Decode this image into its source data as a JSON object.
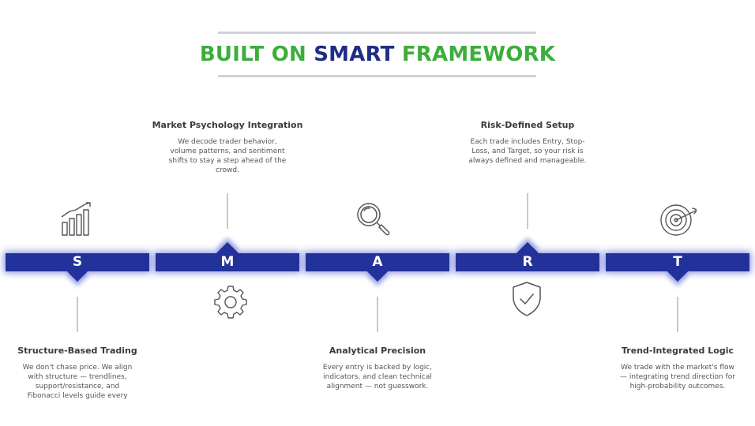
{
  "header": {
    "title_part1": "BUILT ON",
    "title_part2": "SMART",
    "title_part3": "FRAMEWORK"
  },
  "steps": [
    {
      "letter": "S",
      "heading": "Structure-Based Trading",
      "description": "We don't chase price. We align with structure — trendlines, support/resistance, and Fibonacci levels guide every",
      "icon": "bar-chart-growth-icon"
    },
    {
      "letter": "M",
      "heading": "Market Psychology Integration",
      "description": "We decode trader behavior, volume patterns, and sentiment shifts to stay a step ahead of the crowd.",
      "icon": "gear-icon"
    },
    {
      "letter": "A",
      "heading": "Analytical Precision",
      "description": "Every entry is backed by logic, indicators, and clean technical alignment — not guesswork.",
      "icon": "magnifier-icon"
    },
    {
      "letter": "R",
      "heading": "Risk-Defined Setup",
      "description": "Each trade includes Entry, Stop-Loss, and Target, so your risk is always defined and manageable.",
      "icon": "shield-check-icon"
    },
    {
      "letter": "T",
      "heading": "Trend-Integrated Logic",
      "description": "We trade with the market's flow — integrating trend direction for high-probability outcomes.",
      "icon": "target-arrow-icon"
    }
  ],
  "colors": {
    "green": "#3cae3a",
    "navy": "#1f2d86",
    "bar": "#23329a"
  }
}
